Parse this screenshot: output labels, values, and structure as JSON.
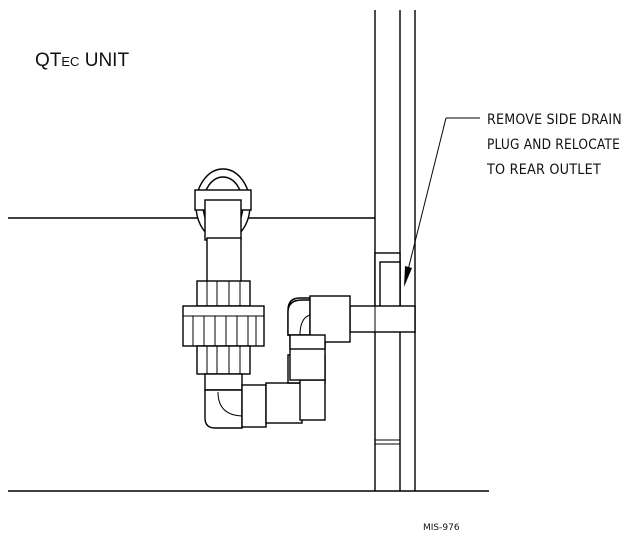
{
  "title": {
    "prefix": "QT",
    "small_caps": "EC",
    "suffix": " UNIT"
  },
  "callout": {
    "lines": [
      "REMOVE SIDE DRAIN",
      "PLUG AND RELOCATE",
      "TO REAR OUTLET"
    ]
  },
  "drawing_number": "MIS-976"
}
